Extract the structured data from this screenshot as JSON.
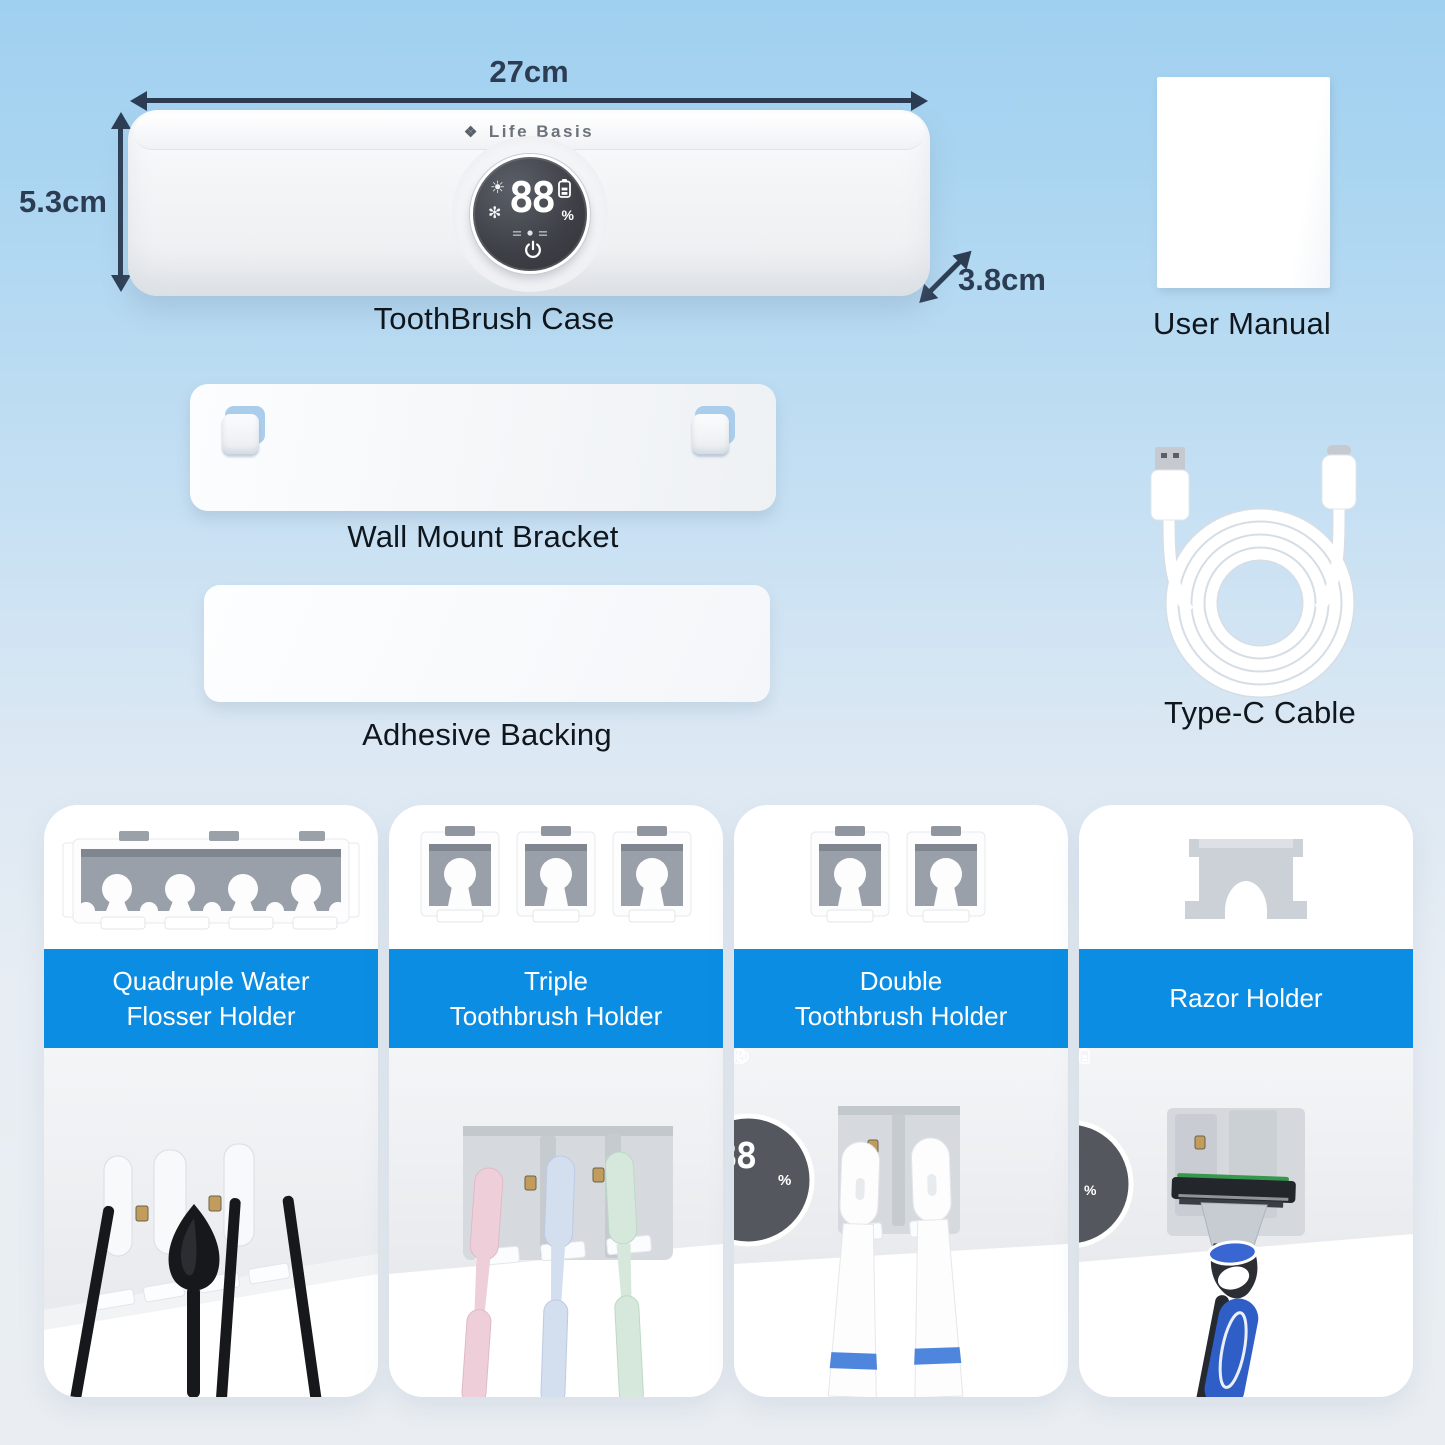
{
  "colors": {
    "band_blue": "#0a8de2",
    "arrow": "#2c3d53",
    "label_text": "#10161d"
  },
  "toothbrush_case": {
    "label": "ToothBrush Case",
    "brand": "Life Basis",
    "brand_mark": "❖",
    "width_label": "27cm",
    "height_label": "5.3cm",
    "depth_label": "3.8cm",
    "display": {
      "digits": "88",
      "percent": "%",
      "sun_glyph": "☀",
      "fan_glyph": "✻"
    }
  },
  "accessories": {
    "user_manual": {
      "label": "User Manual"
    },
    "wall_mount_bracket": {
      "label": "Wall Mount Bracket"
    },
    "adhesive_backing": {
      "label": "Adhesive Backing"
    },
    "type_c_cable": {
      "label": "Type-C Cable"
    }
  },
  "holders": [
    {
      "line1": "Quadruple Water",
      "line2": "Flosser Holder"
    },
    {
      "line1": "Triple",
      "line2": "Toothbrush Holder"
    },
    {
      "line1": "Double",
      "line2": "Toothbrush Holder"
    },
    {
      "line1": "Razor Holder",
      "line2": ""
    }
  ]
}
